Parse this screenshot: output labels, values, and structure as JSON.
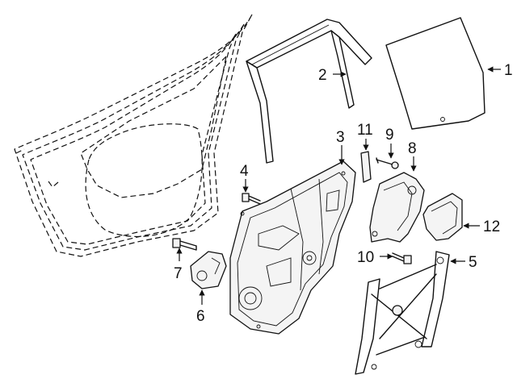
{
  "diagram": {
    "callouts": [
      {
        "id": "c1",
        "text": "1"
      },
      {
        "id": "c2",
        "text": "2"
      },
      {
        "id": "c3",
        "text": "3"
      },
      {
        "id": "c4",
        "text": "4"
      },
      {
        "id": "c5",
        "text": "5"
      },
      {
        "id": "c6",
        "text": "6"
      },
      {
        "id": "c7",
        "text": "7"
      },
      {
        "id": "c8",
        "text": "8"
      },
      {
        "id": "c9",
        "text": "9"
      },
      {
        "id": "c10",
        "text": "10"
      },
      {
        "id": "c11",
        "text": "11"
      },
      {
        "id": "c12",
        "text": "12"
      }
    ],
    "colors": {
      "line": "#111111",
      "background": "#ffffff",
      "part_fill": "#f4f4f4"
    }
  }
}
